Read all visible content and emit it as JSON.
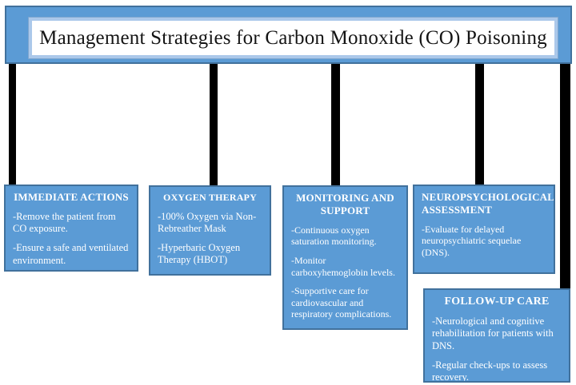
{
  "title": "Management Strategies for Carbon Monoxide (CO) Poisoning",
  "colors": {
    "box_fill": "#5b9bd5",
    "box_border": "#41719c",
    "banner_inner_border": "#abc8ea",
    "connector": "#000000",
    "box_text": "#ffffff",
    "title_text": "#141414"
  },
  "boxes": [
    {
      "id": "immediate-actions",
      "header": "IMMEDIATE ACTIONS",
      "items": [
        "-Remove the patient from CO exposure.",
        "-Ensure a safe and ventilated environment."
      ]
    },
    {
      "id": "oxygen-therapy",
      "header": "OXYGEN THERAPY",
      "items": [
        "-100% Oxygen via Non-Rebreather Mask",
        "-Hyperbaric Oxygen Therapy (HBOT)"
      ]
    },
    {
      "id": "monitoring-and-support",
      "header": "MONITORING AND SUPPORT",
      "items": [
        "-Continuous oxygen saturation monitoring.",
        "-Monitor carboxyhemoglobin levels.",
        "-Supportive care for cardiovascular and respiratory complications."
      ]
    },
    {
      "id": "neuropsychological-assessment",
      "header": "NEUROPSYCHOLOGICAL ASSESSMENT",
      "items": [
        "-Evaluate for delayed neuropsychiatric sequelae (DNS)."
      ]
    },
    {
      "id": "follow-up-care",
      "header": "FOLLOW-UP CARE",
      "items": [
        "-Neurological and cognitive rehabilitation for patients with DNS.",
        "-Regular check-ups to assess recovery."
      ]
    }
  ]
}
